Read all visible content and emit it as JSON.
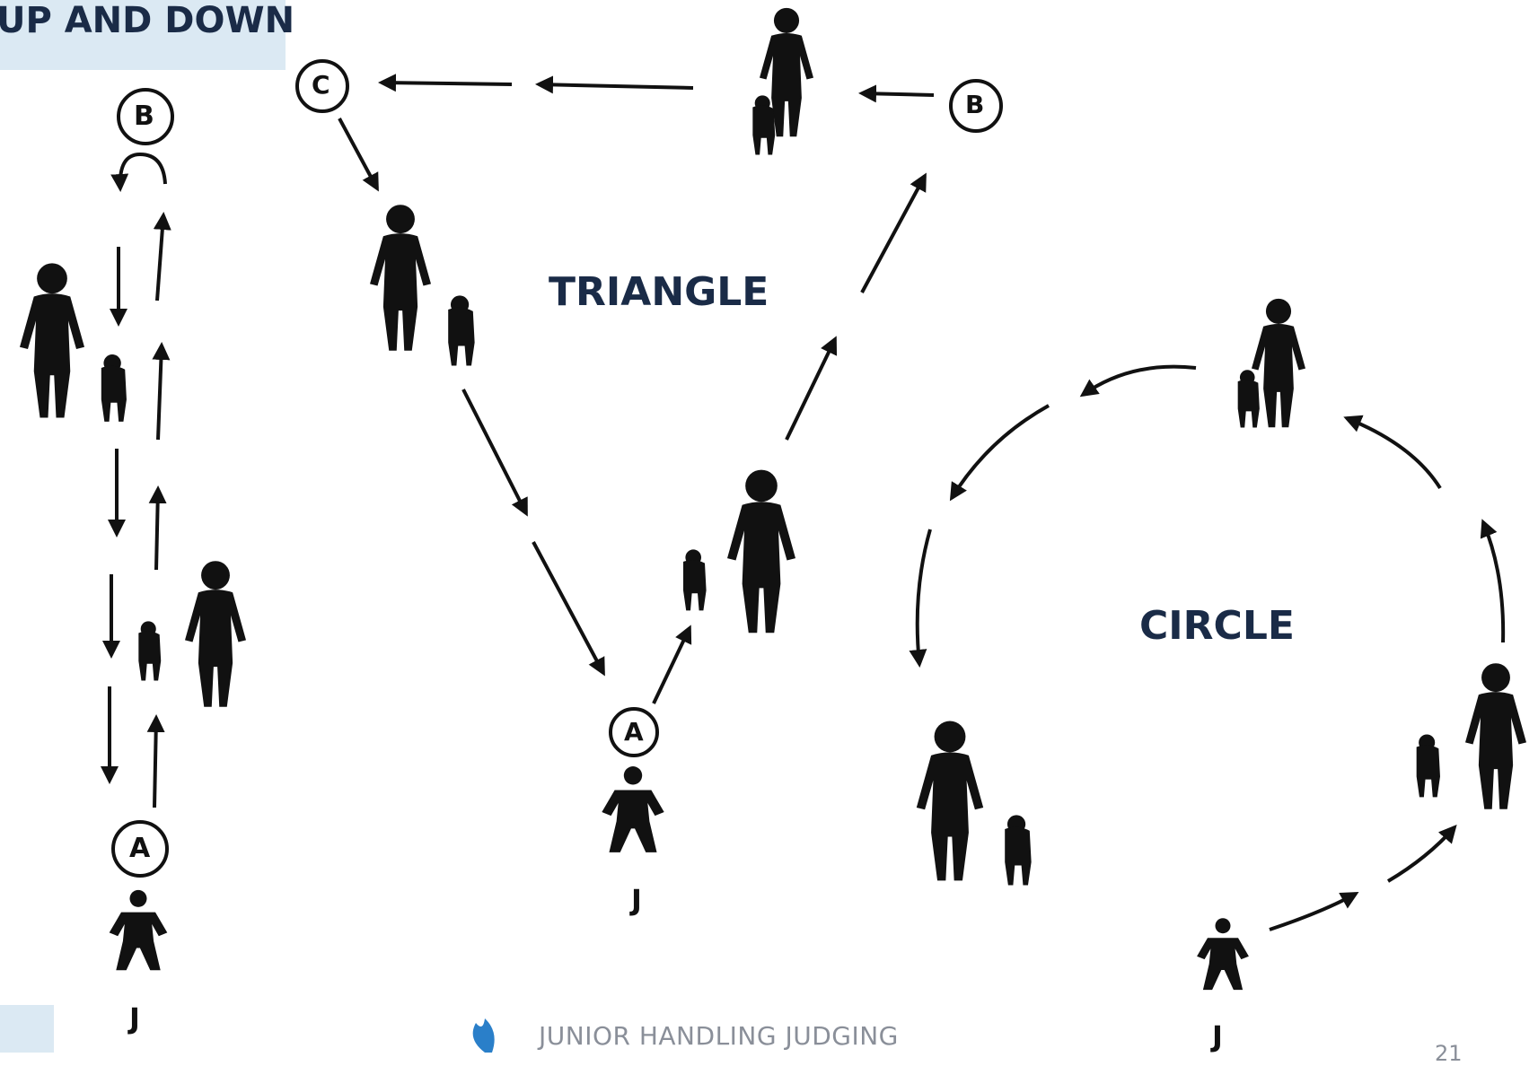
{
  "titles": {
    "up_and_down": "UP AND DOWN",
    "triangle": "TRIANGLE",
    "circle": "CIRCLE"
  },
  "markers": {
    "a": "A",
    "b": "B",
    "c": "C",
    "judge": "J"
  },
  "footer": {
    "text": "JUNIOR HANDLING JUDGING",
    "page_number": "21"
  },
  "colors": {
    "title": "#1a2b47",
    "ink": "#111111",
    "accent_band": "#dbe9f3",
    "footer_text": "#8a8f99"
  }
}
